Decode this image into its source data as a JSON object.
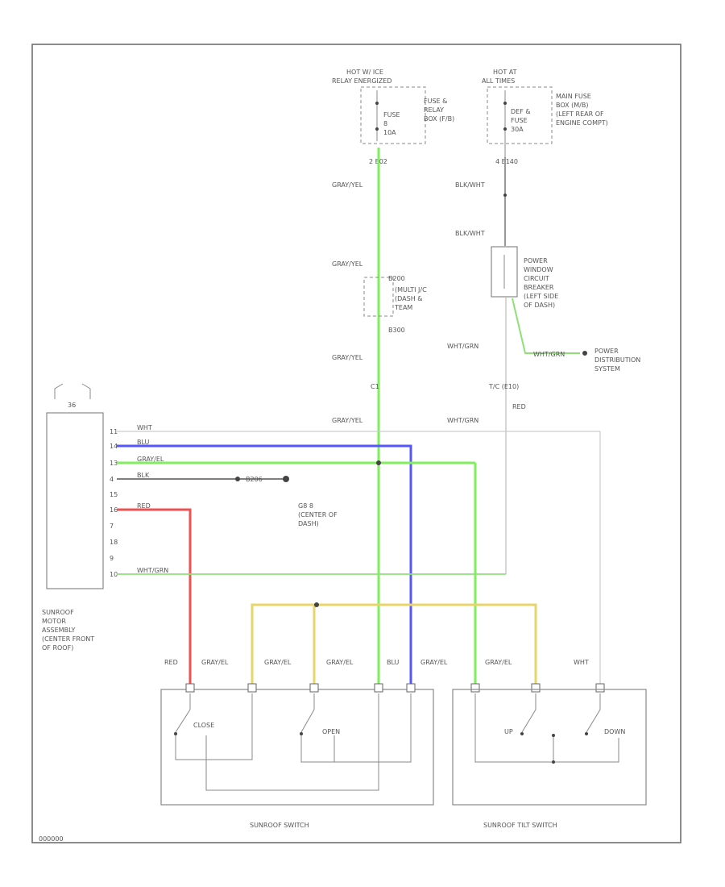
{
  "fuses": {
    "left": {
      "hot_label": "HOT W/ ICE",
      "hot_sub": "RELAY ENERGIZED",
      "fuse_lines": [
        "FUSE",
        "8",
        "10A"
      ],
      "location": [
        "FUSE &",
        "RELAY",
        "BOX (F/B)"
      ],
      "connector": "2  E02"
    },
    "right": {
      "hot_label": "HOT AT",
      "hot_sub": "ALL TIMES",
      "fuse_lines": [
        "DEF &",
        "FUSE",
        "30A"
      ],
      "location": [
        "MAIN FUSE",
        "BOX (M/B)",
        "(LEFT REAR OF",
        "ENGINE COMPT)"
      ],
      "connector": "4  E140"
    }
  },
  "junction": {
    "top": "B200",
    "lines": [
      "(MULTI J/C",
      "(DASH &",
      "TEAM"
    ],
    "bottom": "B300"
  },
  "breaker": {
    "lines": [
      "POWER",
      "WINDOW",
      "CIRCUIT",
      "BREAKER",
      "(LEFT SIDE",
      "OF DASH)"
    ]
  },
  "power_distribution": [
    "POWER",
    "DISTRIBUTION",
    "SYSTEM"
  ],
  "wire_labels": {
    "gray_yel": "GRAY/YEL",
    "blk_wht": "BLK/WHT",
    "wht_grn": "WHT/GRN",
    "red": "RED",
    "blu": "BLU",
    "wht": "WHT",
    "c21": "C1",
    "tic": "T/C (E10)"
  },
  "motor": {
    "connector": "36",
    "pins": [
      {
        "num": "11",
        "color": "WHT"
      },
      {
        "num": "14",
        "color": "BLU"
      },
      {
        "num": "13",
        "color": "GRAY/EL"
      },
      {
        "num": "4",
        "color": "BLK"
      },
      {
        "num": "15",
        "color": ""
      },
      {
        "num": "16",
        "color": "RED"
      },
      {
        "num": "7",
        "color": ""
      },
      {
        "num": "18",
        "color": ""
      },
      {
        "num": "9",
        "color": ""
      },
      {
        "num": "10",
        "color": "WHT/GRN"
      }
    ],
    "ground_conn": "B206",
    "ground": [
      "G8 8",
      "(CENTER OF",
      "DASH)"
    ],
    "caption": [
      "SUNROOF",
      "MOTOR",
      "ASSEMBLY",
      "(CENTER FRONT",
      "OF ROOF)"
    ]
  },
  "bottom_labels": [
    "RED",
    "GRAY/EL",
    "GRAY/EL",
    "GRAY/EL",
    "BLU",
    "GRAY/EL",
    "GRAY/EL",
    "WHT"
  ],
  "sunroof_switch": {
    "close": "CLOSE",
    "open": "OPEN",
    "caption": "SUNROOF SWITCH"
  },
  "tilt_switch": {
    "up": "UP",
    "down": "DOWN",
    "caption": "SUNROOF TILT SWITCH"
  },
  "footer_code": "000000",
  "colors": {
    "green": "#7ef05a",
    "blue": "#5656ff",
    "red": "#f05050",
    "yellow": "#e9d46a",
    "light_green": "#8fe077",
    "gray_wire": "#b9b9b9",
    "frame": "#666666"
  }
}
